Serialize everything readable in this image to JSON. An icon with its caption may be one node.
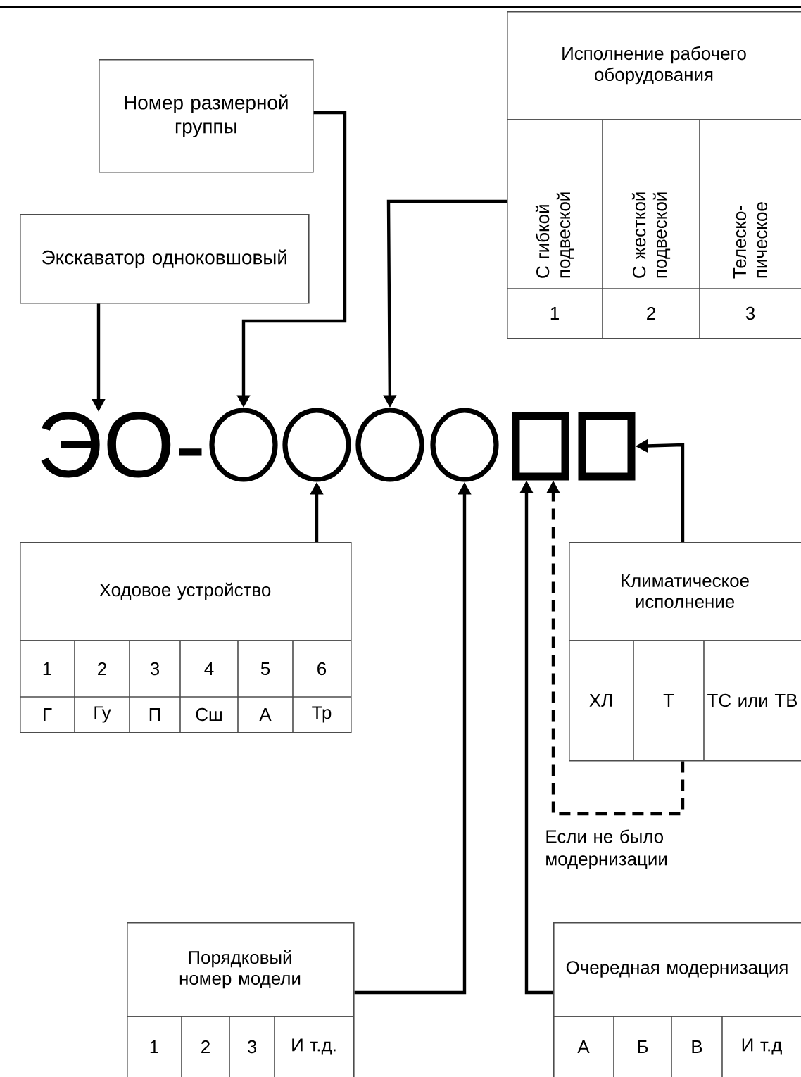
{
  "diagram": {
    "nodes": [
      {
        "text": [
          "Исполнение рабочего оборудования",
          "С гибкой подвеской",
          "С жесткой подвеской",
          "Телеско-пическое",
          "1",
          "2",
          "3"
        ]
      },
      {
        "text": [
          "Номер размерной группы"
        ]
      },
      {
        "text": [
          "Экскаватор одноковшовый"
        ]
      },
      {
        "text": [
          "ЭО-"
        ]
      },
      {
        "text": [],
        "shape": "circle"
      },
      {
        "text": [],
        "shape": "circle"
      },
      {
        "text": [],
        "shape": "circle"
      },
      {
        "text": [],
        "shape": "circle"
      },
      {
        "text": [],
        "shape": "box"
      },
      {
        "text": [],
        "shape": "box"
      },
      {
        "text": [
          "Ходовое устройство",
          "1",
          "2",
          "3",
          "4",
          "5",
          "6",
          "Г",
          "Гу",
          "П",
          "Сш",
          "А",
          "Тр"
        ]
      },
      {
        "text": [
          "Климатическое исполнение",
          "ХЛ",
          "Т",
          "ТС или ТВ"
        ]
      },
      {
        "text": [
          "Порядковый номер модели",
          "1",
          "2",
          "3",
          "И т.д."
        ]
      },
      {
        "text": [
          "Очередная модернизация",
          "А",
          "Б",
          "В",
          "И т.д"
        ]
      }
    ],
    "edges": [
      {
        "from": 2,
        "to": 3,
        "arrow": "to"
      },
      {
        "from": 1,
        "to": 4,
        "arrow": "to"
      },
      {
        "from": 0,
        "to": 6,
        "arrow": "to"
      },
      {
        "from": 10,
        "to": 5,
        "arrow": "to"
      },
      {
        "from": 12,
        "to": 7,
        "arrow": "to"
      },
      {
        "from": 13,
        "to": 8,
        "arrow": "to"
      },
      {
        "from": 11,
        "to": 8,
        "arrow": "to",
        "style": "dashed",
        "label": "Если не было модернизации"
      },
      {
        "from": 11,
        "to": 9,
        "arrow": "to"
      }
    ]
  }
}
